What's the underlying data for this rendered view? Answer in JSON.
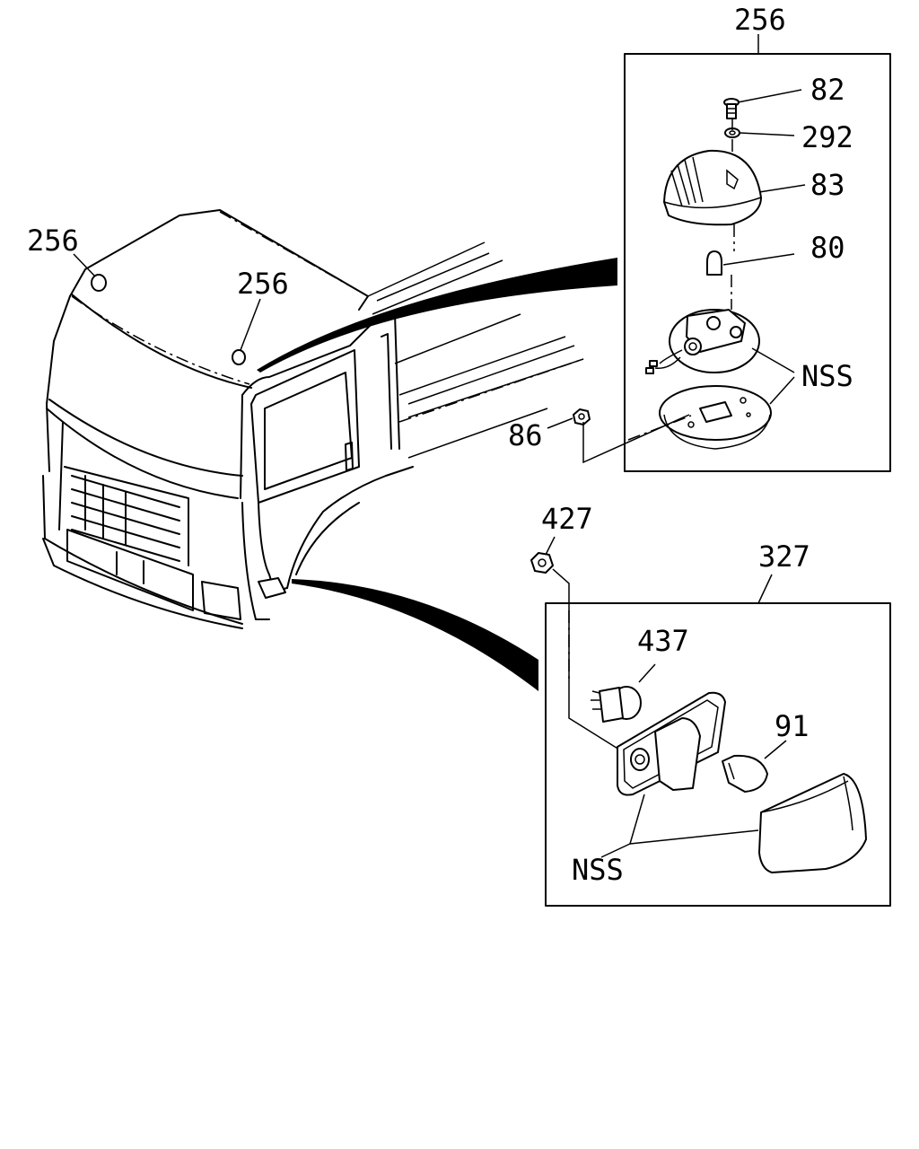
{
  "labels": {
    "roof_lamp_box": "256",
    "roof_lamp_left": "256",
    "roof_lamp_center": "256",
    "screw": "82",
    "washer": "292",
    "lens": "83",
    "bulb_roof": "80",
    "nss_roof": "NSS",
    "nut_roof": "86",
    "nut_side": "427",
    "side_lamp_box": "327",
    "socket": "437",
    "bulb_side": "91",
    "nss_side": "NSS"
  }
}
